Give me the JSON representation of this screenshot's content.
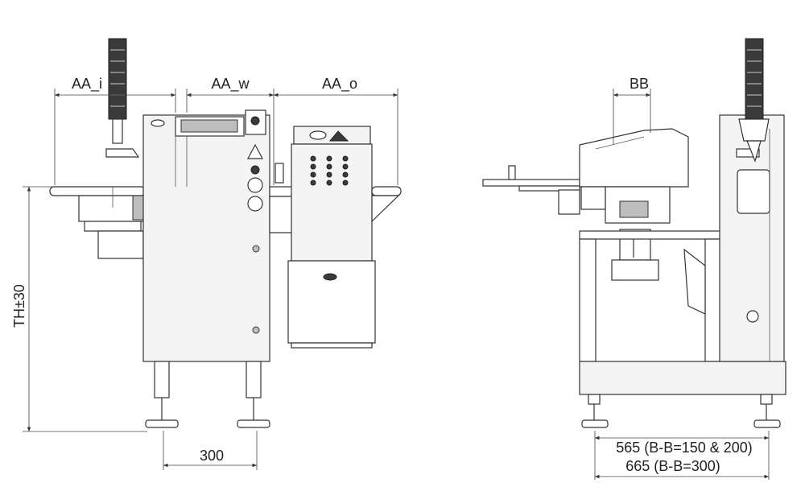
{
  "dimensions": {
    "aa_i": "AA_i",
    "aa_w": "AA_w",
    "aa_o": "AA_o",
    "th": "TH±30",
    "foot_spacing": "300",
    "bb": "BB",
    "depth_a": "565 (B-B=150 & 200)",
    "depth_b": "665 (B-B=300)"
  }
}
